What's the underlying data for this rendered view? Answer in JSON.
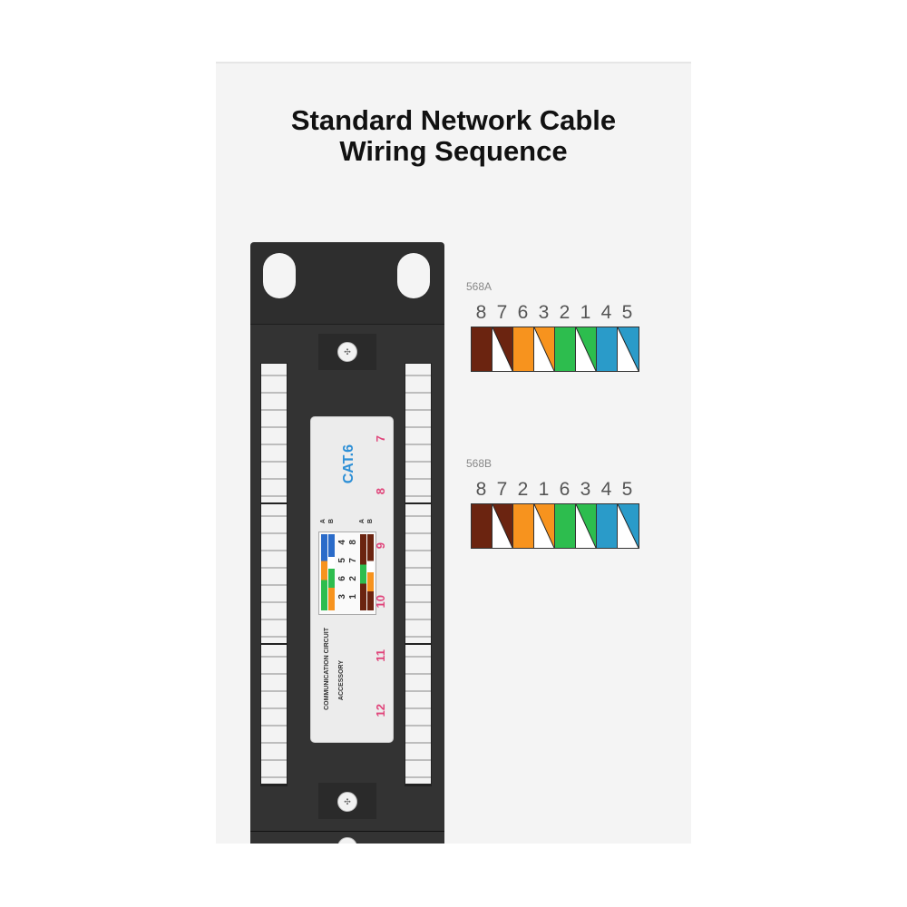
{
  "title_line1": "Standard Network Cable",
  "title_line2": "Wiring Sequence",
  "device": {
    "label_category": "CAT.6",
    "port_numbers": [
      "7",
      "8",
      "9",
      "10",
      "11",
      "12"
    ],
    "ab_label_a": "A",
    "ab_label_b": "B",
    "wire_pins_left": [
      "4",
      "5",
      "6",
      "3"
    ],
    "wire_pins_right": [
      "8",
      "7",
      "2",
      "1"
    ],
    "label_line1": "COMMUNICATION CIRCUIT",
    "label_line2": "ACCESSORY"
  },
  "colors": {
    "brown": "#6b2410",
    "orange": "#f7931e",
    "green": "#2dbd4e",
    "blue": "#2a9bc9",
    "white": "#ffffff"
  },
  "standards": [
    {
      "name": "568A",
      "pins": [
        "8",
        "7",
        "6",
        "3",
        "2",
        "1",
        "4",
        "5"
      ],
      "wires": [
        {
          "color": "brown",
          "striped": false
        },
        {
          "color": "brown",
          "striped": true
        },
        {
          "color": "orange",
          "striped": false
        },
        {
          "color": "orange",
          "striped": true
        },
        {
          "color": "green",
          "striped": false
        },
        {
          "color": "green",
          "striped": true
        },
        {
          "color": "blue",
          "striped": false
        },
        {
          "color": "blue",
          "striped": true
        }
      ]
    },
    {
      "name": "568B",
      "pins": [
        "8",
        "7",
        "2",
        "1",
        "6",
        "3",
        "4",
        "5"
      ],
      "wires": [
        {
          "color": "brown",
          "striped": false
        },
        {
          "color": "brown",
          "striped": true
        },
        {
          "color": "orange",
          "striped": false
        },
        {
          "color": "orange",
          "striped": true
        },
        {
          "color": "green",
          "striped": false
        },
        {
          "color": "green",
          "striped": true
        },
        {
          "color": "blue",
          "striped": false
        },
        {
          "color": "blue",
          "striped": true
        }
      ]
    }
  ]
}
